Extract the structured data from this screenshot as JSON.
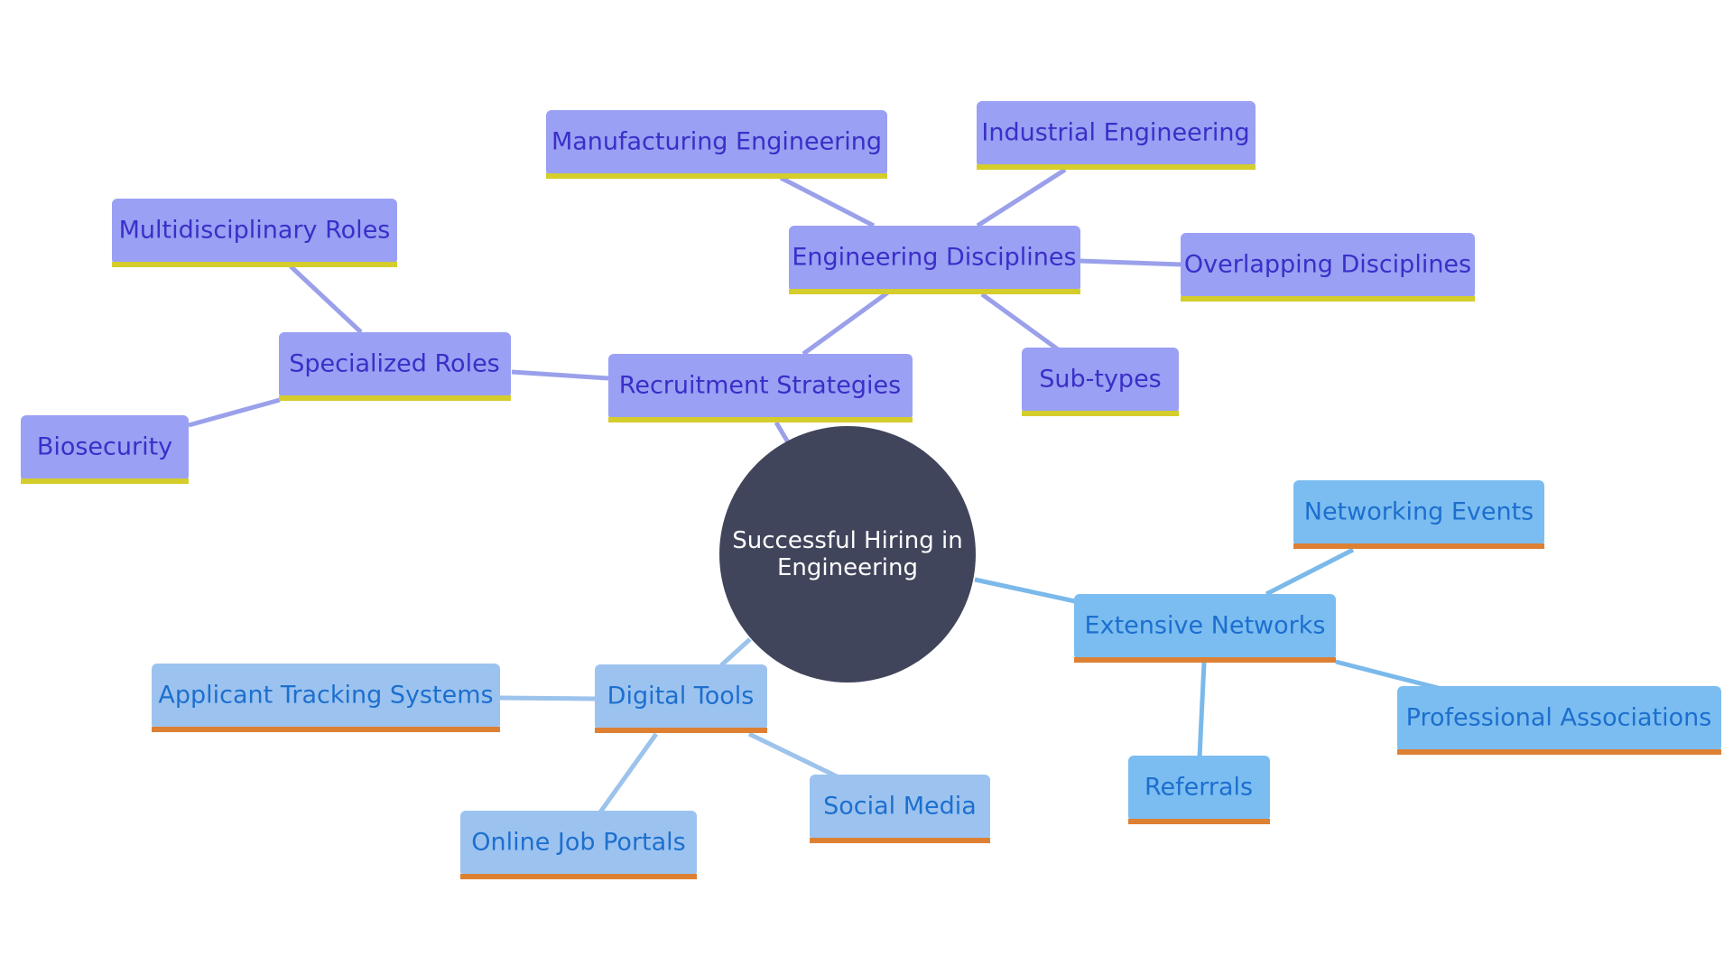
{
  "colors": {
    "center_fill": "#41455b",
    "center_text": "#ffffff",
    "purple_fill": "#9aa0f3",
    "purple_text": "#3a2fc8",
    "purple_edge": "#9aa0ea",
    "purple_underline": "#d4cd2c",
    "blue_fill": "#7bbdf0",
    "blue_text": "#1d6fcf",
    "blue_edge": "#7ab9ea",
    "lightblue_fill": "#9cc3ef",
    "lightblue_edge": "#9cc3ec",
    "orange_underline": "#de8033"
  },
  "center": {
    "line1": "Successful Hiring in",
    "line2": "Engineering"
  },
  "nodes": {
    "recruitment_strategies": "Recruitment Strategies",
    "engineering_disciplines": "Engineering Disciplines",
    "manufacturing_engineering": "Manufacturing Engineering",
    "industrial_engineering": "Industrial Engineering",
    "overlapping_disciplines": "Overlapping Disciplines",
    "sub_types": "Sub-types",
    "specialized_roles": "Specialized Roles",
    "multidisciplinary_roles": "Multidisciplinary Roles",
    "biosecurity": "Biosecurity",
    "extensive_networks": "Extensive Networks",
    "networking_events": "Networking Events",
    "professional_associations": "Professional Associations",
    "referrals": "Referrals",
    "digital_tools": "Digital Tools",
    "applicant_tracking_systems": "Applicant Tracking Systems",
    "online_job_portals": "Online Job Portals",
    "social_media": "Social Media"
  }
}
